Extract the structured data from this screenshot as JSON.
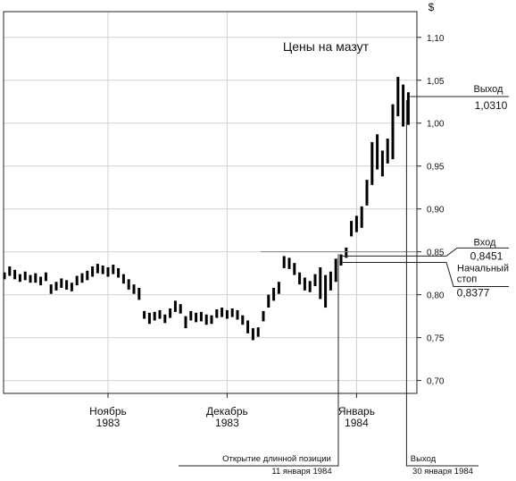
{
  "chart_data": {
    "type": "ohlc",
    "title": "Цены на мазут",
    "y_unit_label": "$",
    "ylim": [
      0.685,
      1.13
    ],
    "y_ticks": [
      "0,70",
      "0,75",
      "0,80",
      "0,85",
      "0,90",
      "0,95",
      "1,00",
      "1,05",
      "1,10"
    ],
    "y_tick_values": [
      0.7,
      0.75,
      0.8,
      0.85,
      0.9,
      0.95,
      1.0,
      1.05,
      1.1
    ],
    "x_month_labels": [
      {
        "month": "Ноябрь",
        "year": "1983",
        "bar_index": 20
      },
      {
        "month": "Декабрь",
        "year": "1983",
        "bar_index": 43
      },
      {
        "month": "Январь",
        "year": "1984",
        "bar_index": 68
      }
    ],
    "grid": true,
    "bars": [
      {
        "h": 0.826,
        "l": 0.818
      },
      {
        "h": 0.833,
        "l": 0.822
      },
      {
        "h": 0.829,
        "l": 0.818
      },
      {
        "h": 0.824,
        "l": 0.815
      },
      {
        "h": 0.827,
        "l": 0.817
      },
      {
        "h": 0.823,
        "l": 0.814
      },
      {
        "h": 0.825,
        "l": 0.814
      },
      {
        "h": 0.821,
        "l": 0.811
      },
      {
        "h": 0.826,
        "l": 0.816
      },
      {
        "h": 0.812,
        "l": 0.801
      },
      {
        "h": 0.815,
        "l": 0.805
      },
      {
        "h": 0.819,
        "l": 0.808
      },
      {
        "h": 0.817,
        "l": 0.806
      },
      {
        "h": 0.814,
        "l": 0.804
      },
      {
        "h": 0.822,
        "l": 0.811
      },
      {
        "h": 0.825,
        "l": 0.814
      },
      {
        "h": 0.828,
        "l": 0.817
      },
      {
        "h": 0.833,
        "l": 0.821
      },
      {
        "h": 0.836,
        "l": 0.825
      },
      {
        "h": 0.834,
        "l": 0.824
      },
      {
        "h": 0.832,
        "l": 0.821
      },
      {
        "h": 0.835,
        "l": 0.824
      },
      {
        "h": 0.831,
        "l": 0.82
      },
      {
        "h": 0.824,
        "l": 0.813
      },
      {
        "h": 0.818,
        "l": 0.806
      },
      {
        "h": 0.812,
        "l": 0.801
      },
      {
        "h": 0.808,
        "l": 0.794
      },
      {
        "h": 0.781,
        "l": 0.772
      },
      {
        "h": 0.779,
        "l": 0.766
      },
      {
        "h": 0.78,
        "l": 0.77
      },
      {
        "h": 0.782,
        "l": 0.772
      },
      {
        "h": 0.777,
        "l": 0.767
      },
      {
        "h": 0.784,
        "l": 0.773
      },
      {
        "h": 0.793,
        "l": 0.78
      },
      {
        "h": 0.789,
        "l": 0.778
      },
      {
        "h": 0.775,
        "l": 0.761
      },
      {
        "h": 0.781,
        "l": 0.77
      },
      {
        "h": 0.779,
        "l": 0.768
      },
      {
        "h": 0.78,
        "l": 0.769
      },
      {
        "h": 0.777,
        "l": 0.765
      },
      {
        "h": 0.776,
        "l": 0.766
      },
      {
        "h": 0.783,
        "l": 0.773
      },
      {
        "h": 0.785,
        "l": 0.774
      },
      {
        "h": 0.782,
        "l": 0.772
      },
      {
        "h": 0.784,
        "l": 0.774
      },
      {
        "h": 0.782,
        "l": 0.771
      },
      {
        "h": 0.776,
        "l": 0.765
      },
      {
        "h": 0.77,
        "l": 0.755
      },
      {
        "h": 0.761,
        "l": 0.747
      },
      {
        "h": 0.762,
        "l": 0.751
      },
      {
        "h": 0.781,
        "l": 0.769
      },
      {
        "h": 0.8,
        "l": 0.785
      },
      {
        "h": 0.808,
        "l": 0.793
      },
      {
        "h": 0.815,
        "l": 0.801
      },
      {
        "h": 0.845,
        "l": 0.831
      },
      {
        "h": 0.843,
        "l": 0.83
      },
      {
        "h": 0.837,
        "l": 0.823
      },
      {
        "h": 0.826,
        "l": 0.812
      },
      {
        "h": 0.82,
        "l": 0.805
      },
      {
        "h": 0.816,
        "l": 0.803
      },
      {
        "h": 0.824,
        "l": 0.81
      },
      {
        "h": 0.832,
        "l": 0.795
      },
      {
        "h": 0.823,
        "l": 0.785
      },
      {
        "h": 0.827,
        "l": 0.805
      },
      {
        "h": 0.842,
        "l": 0.815
      },
      {
        "h": 0.847,
        "l": 0.834
      },
      {
        "h": 0.855,
        "l": 0.843
      },
      {
        "h": 0.886,
        "l": 0.868
      },
      {
        "h": 0.892,
        "l": 0.873
      },
      {
        "h": 0.903,
        "l": 0.878
      },
      {
        "h": 0.934,
        "l": 0.904
      },
      {
        "h": 0.978,
        "l": 0.928
      },
      {
        "h": 0.987,
        "l": 0.946
      },
      {
        "h": 0.968,
        "l": 0.938
      },
      {
        "h": 0.982,
        "l": 0.953
      },
      {
        "h": 1.022,
        "l": 0.958
      },
      {
        "h": 1.054,
        "l": 1.008
      },
      {
        "h": 1.045,
        "l": 0.996
      },
      {
        "h": 1.036,
        "l": 0.998
      }
    ],
    "annotations": {
      "exit_label": "Выход",
      "exit_value": "1,0310",
      "entry_label": "Вход",
      "entry_value": "0,8451",
      "stop_label_line1": "Начальный",
      "stop_label_line2": "стоп",
      "stop_value": "0,8377",
      "open_line1": "Открытие длинной позиции",
      "open_line2": "11 января 1984",
      "exit2_line1": "Выход",
      "exit2_line2": "30 января 1984"
    },
    "levels": {
      "exit": 1.031,
      "entry": 0.8451,
      "stop": 0.8377,
      "ref_085": 0.85
    },
    "markers": {
      "entry_bar_index": 65,
      "exit_bar_index": 78
    }
  }
}
